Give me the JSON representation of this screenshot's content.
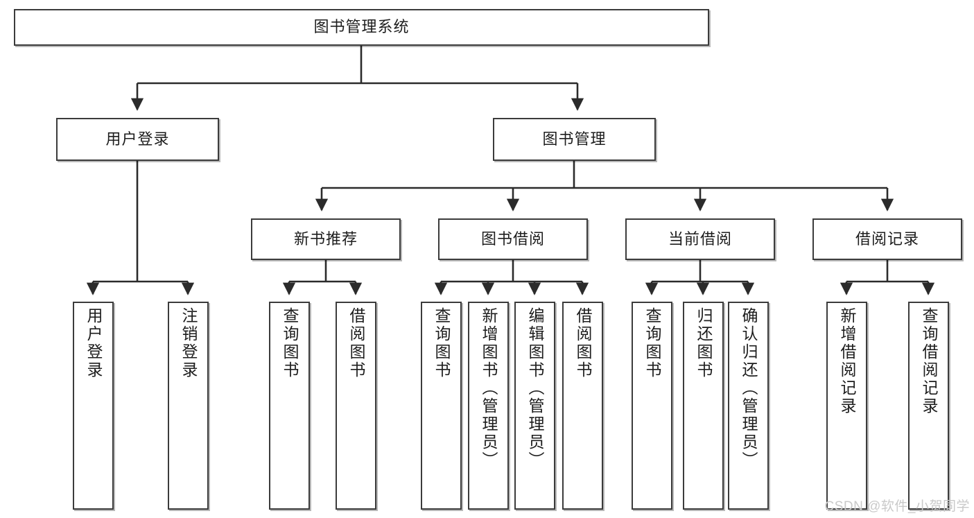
{
  "diagram": {
    "title": "图书管理系统",
    "watermark": "CSDN @软件_小贺同学",
    "colors": {
      "box_border": "#3b3b3b",
      "box_fill": "#ffffff",
      "edge": "#2b2b2b",
      "text": "#1d1d1d",
      "watermark": "#c9c9c9"
    },
    "nodes": {
      "root": {
        "label": "图书管理系统"
      },
      "level2": [
        {
          "id": "user-login",
          "label": "用户登录"
        },
        {
          "id": "book-manage",
          "label": "图书管理"
        }
      ],
      "level3": [
        {
          "id": "new-book-recommend",
          "label": "新书推荐"
        },
        {
          "id": "book-borrow",
          "label": "图书借阅"
        },
        {
          "id": "current-borrow",
          "label": "当前借阅"
        },
        {
          "id": "borrow-record",
          "label": "借阅记录"
        }
      ],
      "leaves": {
        "user-login": [
          {
            "id": "leaf-user-login",
            "label": "用户登录"
          },
          {
            "id": "leaf-user-logout",
            "label": "注销登录"
          }
        ],
        "new-book-recommend": [
          {
            "id": "leaf-query-book-1",
            "label": "查询图书"
          },
          {
            "id": "leaf-borrow-book-1",
            "label": "借阅图书"
          }
        ],
        "book-borrow": [
          {
            "id": "leaf-query-book-2",
            "label": "查询图书"
          },
          {
            "id": "leaf-add-book",
            "label": "新增图书（管理员）"
          },
          {
            "id": "leaf-edit-book",
            "label": "编辑图书（管理员）"
          },
          {
            "id": "leaf-borrow-book-2",
            "label": "借阅图书"
          }
        ],
        "current-borrow": [
          {
            "id": "leaf-query-book-3",
            "label": "查询图书"
          },
          {
            "id": "leaf-return-book",
            "label": "归还图书"
          },
          {
            "id": "leaf-confirm-return",
            "label": "确认归还（管理员）"
          }
        ],
        "borrow-record": [
          {
            "id": "leaf-add-record",
            "label": "新增借阅记录"
          },
          {
            "id": "leaf-query-record",
            "label": "查询借阅记录"
          }
        ]
      }
    }
  }
}
